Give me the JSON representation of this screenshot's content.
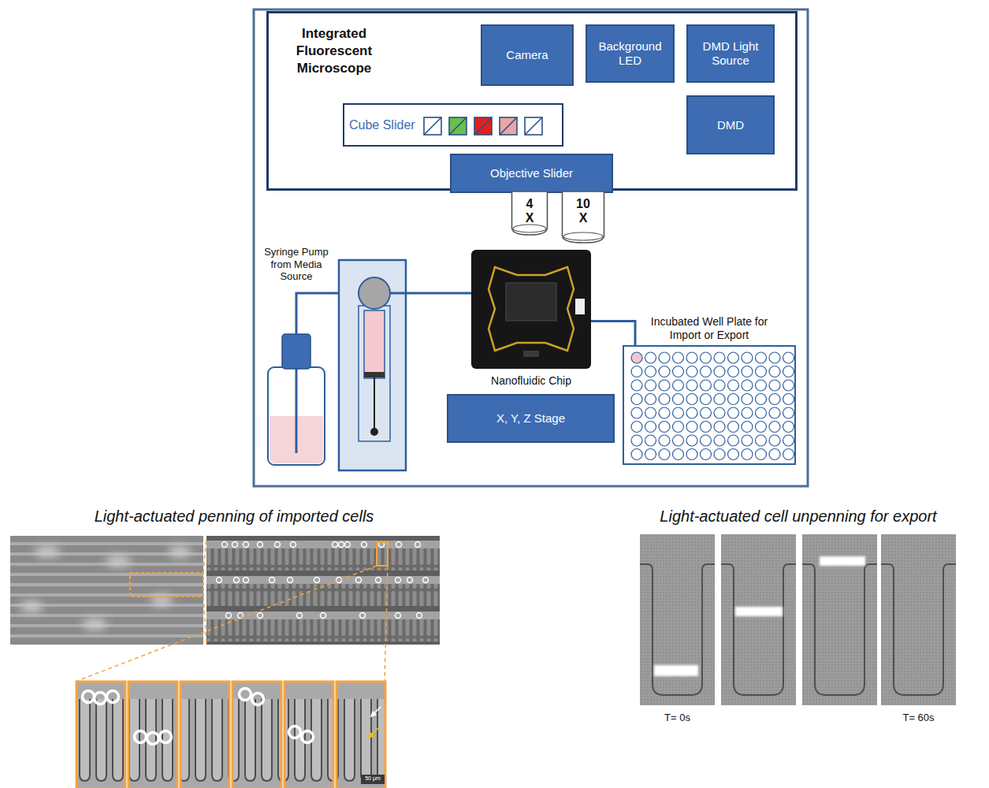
{
  "diagram": {
    "nodes": [
      {
        "text": [
          "Integrated Fluorescent Microscope"
        ]
      },
      {
        "text": [
          "Camera"
        ],
        "in": 0
      },
      {
        "text": [
          "Background LED"
        ],
        "in": 0
      },
      {
        "text": [
          "DMD Light Source"
        ],
        "in": 0
      },
      {
        "text": [
          "Cube Slider"
        ],
        "in": 0
      },
      {
        "text": [
          "DMD"
        ],
        "in": 0
      },
      {
        "text": [
          "Objective Slider"
        ],
        "in": 0
      },
      {
        "text": [
          "4 X"
        ]
      },
      {
        "text": [
          "10 X"
        ]
      },
      {
        "text": [
          "Nanofluidic Chip"
        ]
      },
      {
        "text": [
          "Incubated Well Plate for Import or Export"
        ]
      },
      {
        "text": [
          "X, Y, Z Stage"
        ]
      }
    ],
    "edges": [
      {
        "from": 1,
        "to": 4,
        "arrow": "none"
      },
      {
        "from": 4,
        "to": 6,
        "arrow": "none"
      },
      {
        "from": 4,
        "to": 5,
        "arrow": "none"
      },
      {
        "from": 3,
        "to": 5,
        "arrow": "none"
      },
      {
        "from": 9,
        "to": 10,
        "arrow": "none"
      }
    ],
    "labels": [
      "Syringe Pump from Media Source",
      "Light-actuated penning of imported cells",
      "Light-actuated cell unpenning for export",
      "T= 0s",
      "T= 60s",
      "50 µm"
    ]
  }
}
